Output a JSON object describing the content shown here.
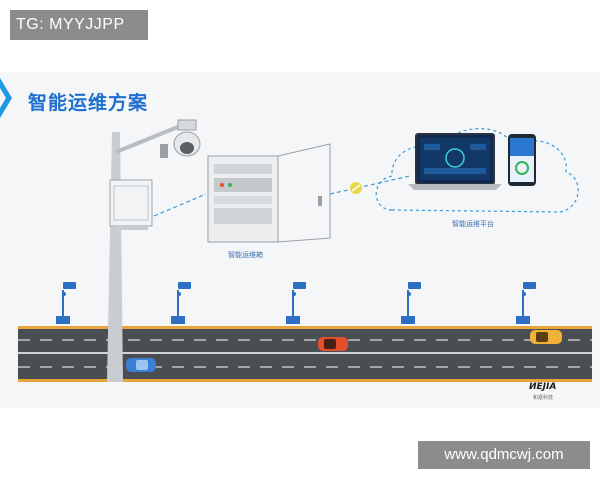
{
  "watermark_top": "TG: MYYJJPP",
  "watermark_bottom": "www.qdmcwj.com",
  "slide": {
    "title": "智能运维方案",
    "cabinet_label": "智能运维箱",
    "platform_label": "智能运维平台",
    "brand": "ИEJIA",
    "brand_sub": "和嘉科技"
  },
  "colors": {
    "title_blue": "#1e6fd0",
    "road": "#4a4d52",
    "road_edge": "#e8a53a",
    "car_blue": "#3a7fd5",
    "car_red": "#e0502b",
    "car_yellow": "#f0b23a",
    "cloud_dash": "#3a9bd5"
  },
  "icons": [
    "arrow-chevron-icon",
    "camera-icon",
    "dome-camera-icon",
    "link-icon",
    "laptop-icon",
    "phone-icon",
    "car-icon"
  ]
}
